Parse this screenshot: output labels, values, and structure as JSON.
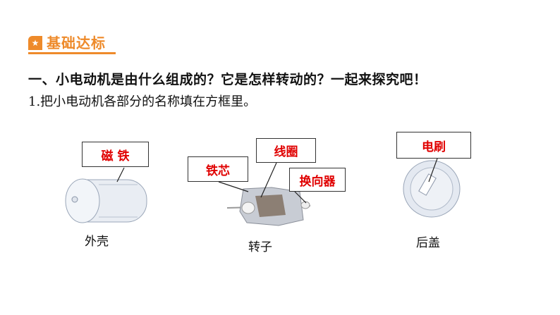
{
  "section_badge": {
    "icon": "star-icon",
    "label": "基础达标",
    "color": "#ee8a2a"
  },
  "heading": "一、小电动机是由什么组成的？它是怎样转动的？一起来探究吧！",
  "instruction": "1.把小电动机各部分的名称填在方框里。",
  "parts": [
    {
      "caption": "外壳",
      "labels": [
        "磁 铁"
      ]
    },
    {
      "caption": "转子",
      "labels": [
        "铁芯",
        "线圈",
        "换向器"
      ]
    },
    {
      "caption": "后盖",
      "labels": [
        "电刷"
      ]
    }
  ],
  "label_color": "#e00000"
}
